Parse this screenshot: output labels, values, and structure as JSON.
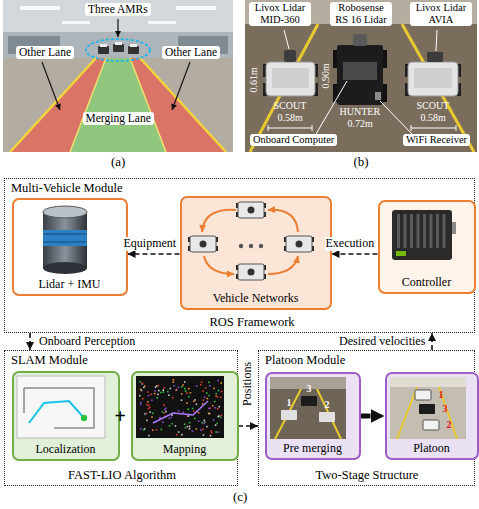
{
  "diagram": {
    "nodes": [
      {
        "text": [
          "Multi-Vehicle Module",
          "ROS Framework"
        ]
      },
      {
        "text": [
          "Lidar + IMU"
        ],
        "in": 0
      },
      {
        "text": [
          "Vehicle Networks"
        ],
        "in": 0
      },
      {
        "text": [
          "Controller"
        ],
        "in": 0
      },
      {
        "text": [
          "SLAM Module",
          "FAST-LIO Algorithm"
        ]
      },
      {
        "text": [
          "Localization"
        ],
        "in": 4
      },
      {
        "text": [
          "Mapping"
        ],
        "in": 4
      },
      {
        "text": [
          "Platoon Module",
          "Two-Stage Structure"
        ]
      },
      {
        "text": [
          "Pre merging"
        ],
        "in": 7
      },
      {
        "text": [
          "Platoon"
        ],
        "in": 7
      }
    ],
    "edges": [
      {
        "from": 2,
        "to": 1,
        "arrow": "to",
        "label": "Equipment"
      },
      {
        "from": 3,
        "to": 2,
        "arrow": "to",
        "label": "Execution"
      },
      {
        "from": 0,
        "to": 4,
        "arrow": "to",
        "label": "Onboard Perception"
      },
      {
        "from": 4,
        "to": 7,
        "arrow": "to",
        "label": "Positions"
      },
      {
        "from": 7,
        "to": 0,
        "arrow": "to",
        "label": "Desired velocities"
      },
      {
        "from": 8,
        "to": 9,
        "arrow": "to"
      }
    ],
    "labels": [
      "Three AMRs",
      "Other Lane",
      "Other Lane",
      "Merging Lane",
      "(a)",
      "Livox Lidar MID-360",
      "Robosense RS 16 Lidar",
      "Livox Lidar AVIA",
      "0.61m",
      "SCOUT",
      "0.58m",
      "0.90m",
      "HUNTER",
      "0.72m",
      "SCOUT",
      "0.58m",
      "Onboard Computer",
      "WiFi Receiver",
      "(b)",
      "+",
      "1",
      "2",
      "3",
      "1",
      "3",
      "2",
      "(c)"
    ]
  }
}
